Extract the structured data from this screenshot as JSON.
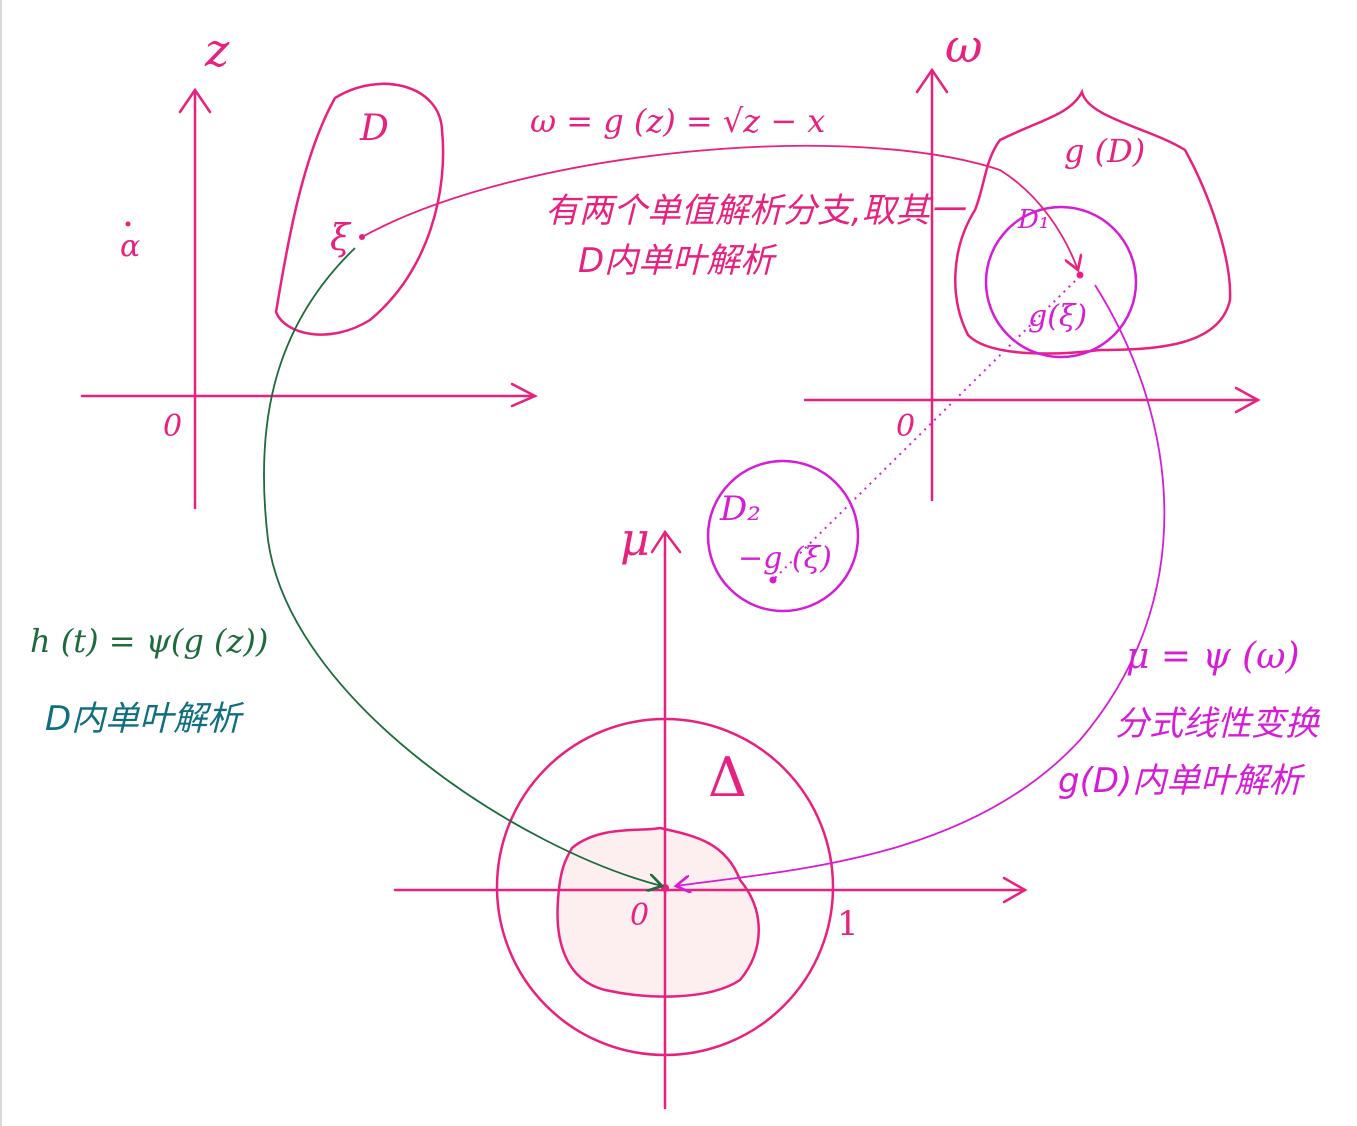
{
  "colors": {
    "pink": "#e8207e",
    "magenta": "#d61cd6",
    "green": "#1d6b3a",
    "teal": "#0f6f80",
    "fill": "#fdeff0"
  },
  "z_plane": {
    "axis_label": "z",
    "origin": "0",
    "region": "D",
    "point": "ξ",
    "alpha": "α"
  },
  "w_plane": {
    "axis_label": "ω",
    "origin": "0",
    "region": "g (D)",
    "disc": "D₁",
    "point": "g(ξ)"
  },
  "mu_plane": {
    "axis_label": "μ",
    "origin": "0",
    "one": "1",
    "delta": "Δ",
    "disc2": "D₂",
    "neg_point": "−g (ξ)"
  },
  "top_map": {
    "formula": "ω = g (z) = √z − x",
    "note_line1": "有两个单值解析分支,取其一",
    "note_line2": "D内单叶解析"
  },
  "left_map": {
    "formula": "h (t) = ψ(g (z))",
    "note": "D内单叶解析"
  },
  "right_map": {
    "formula": "μ = ψ (ω)",
    "note_line1": "分式线性变换",
    "note_line2": "g(D)内单叶解析"
  }
}
